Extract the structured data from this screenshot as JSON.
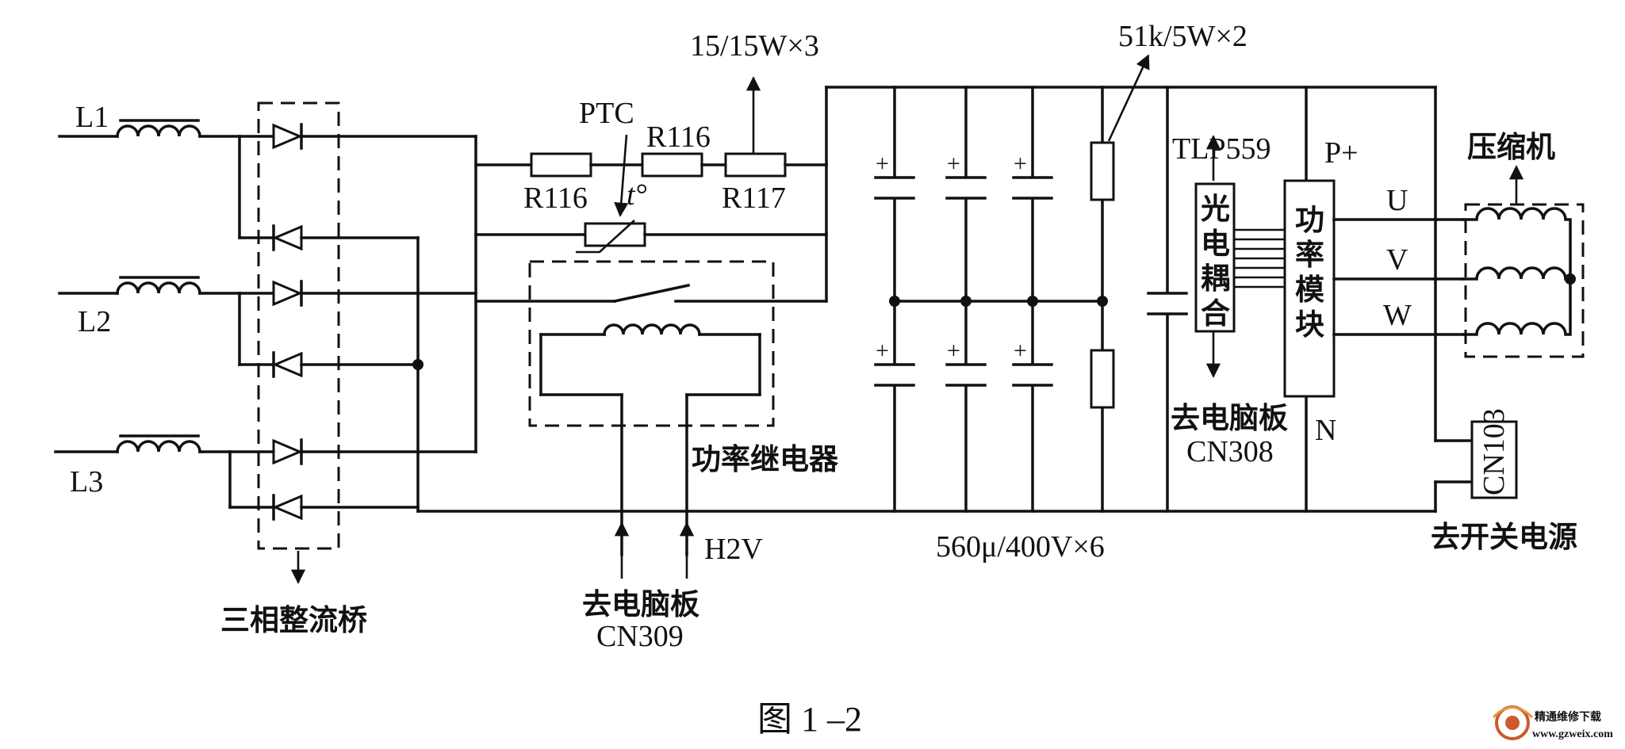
{
  "figure": {
    "caption": "图 1 –2"
  },
  "labels": {
    "l1": "L1",
    "l2": "L2",
    "l3": "L3",
    "rectifier": "三相整流桥",
    "ptc": "PTC",
    "t_degree": "t°",
    "r116_top": "R116",
    "r116_bottom": "R116",
    "r117": "R117",
    "r_rating": "15/15W×3",
    "relay": "功率继电器",
    "to_board_cn309_line1": "去电脑板",
    "to_board_cn309_line2": "CN309",
    "h2v": "H2V",
    "bleeder": "51k/5W×2",
    "cap_rating": "560μ/400V×6",
    "tlp": "TLP559",
    "opto_chars": [
      "光",
      "电",
      "耦",
      "合"
    ],
    "module_chars": [
      "功",
      "率",
      "模",
      "块"
    ],
    "p_plus": "P+",
    "n": "N",
    "u": "U",
    "v": "V",
    "w": "W",
    "compressor": "压缩机",
    "to_board_cn308_line1": "去电脑板",
    "to_board_cn308_line2": "CN308",
    "cn103": "CN103",
    "to_switch_psu": "去开关电源"
  },
  "watermark": {
    "cn": "精通维修下载",
    "url": "www.gzweix.com"
  },
  "colors": {
    "ink": "#111111",
    "paper": "#ffffff",
    "watermark": "#cc5a2a"
  }
}
